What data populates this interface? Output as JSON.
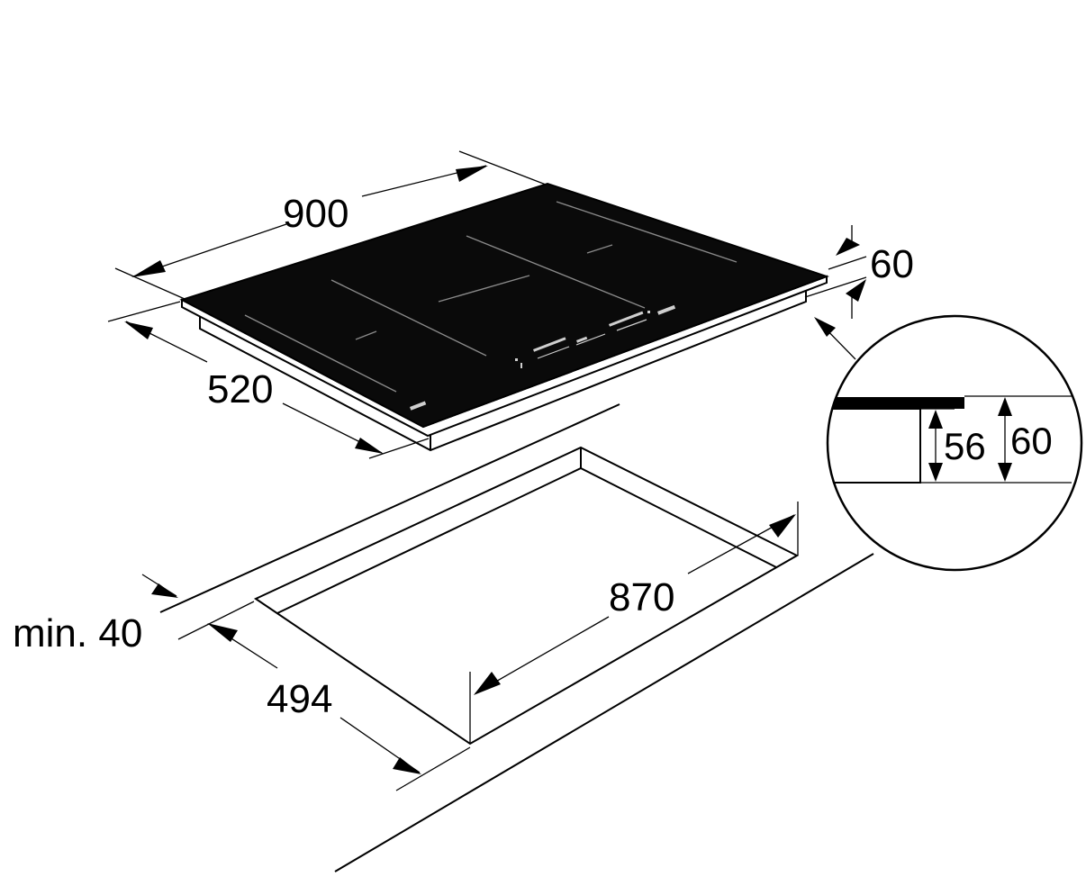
{
  "dimensions": {
    "hob_width": "900",
    "hob_depth": "520",
    "hob_height": "60",
    "cutout_width": "870",
    "cutout_depth": "494",
    "min_clearance": "min. 40",
    "detail_inner_height": "56",
    "detail_total_height": "60"
  },
  "colors": {
    "hob_glass": "#0a0a0a",
    "lines": "#000000",
    "background": "#ffffff"
  }
}
